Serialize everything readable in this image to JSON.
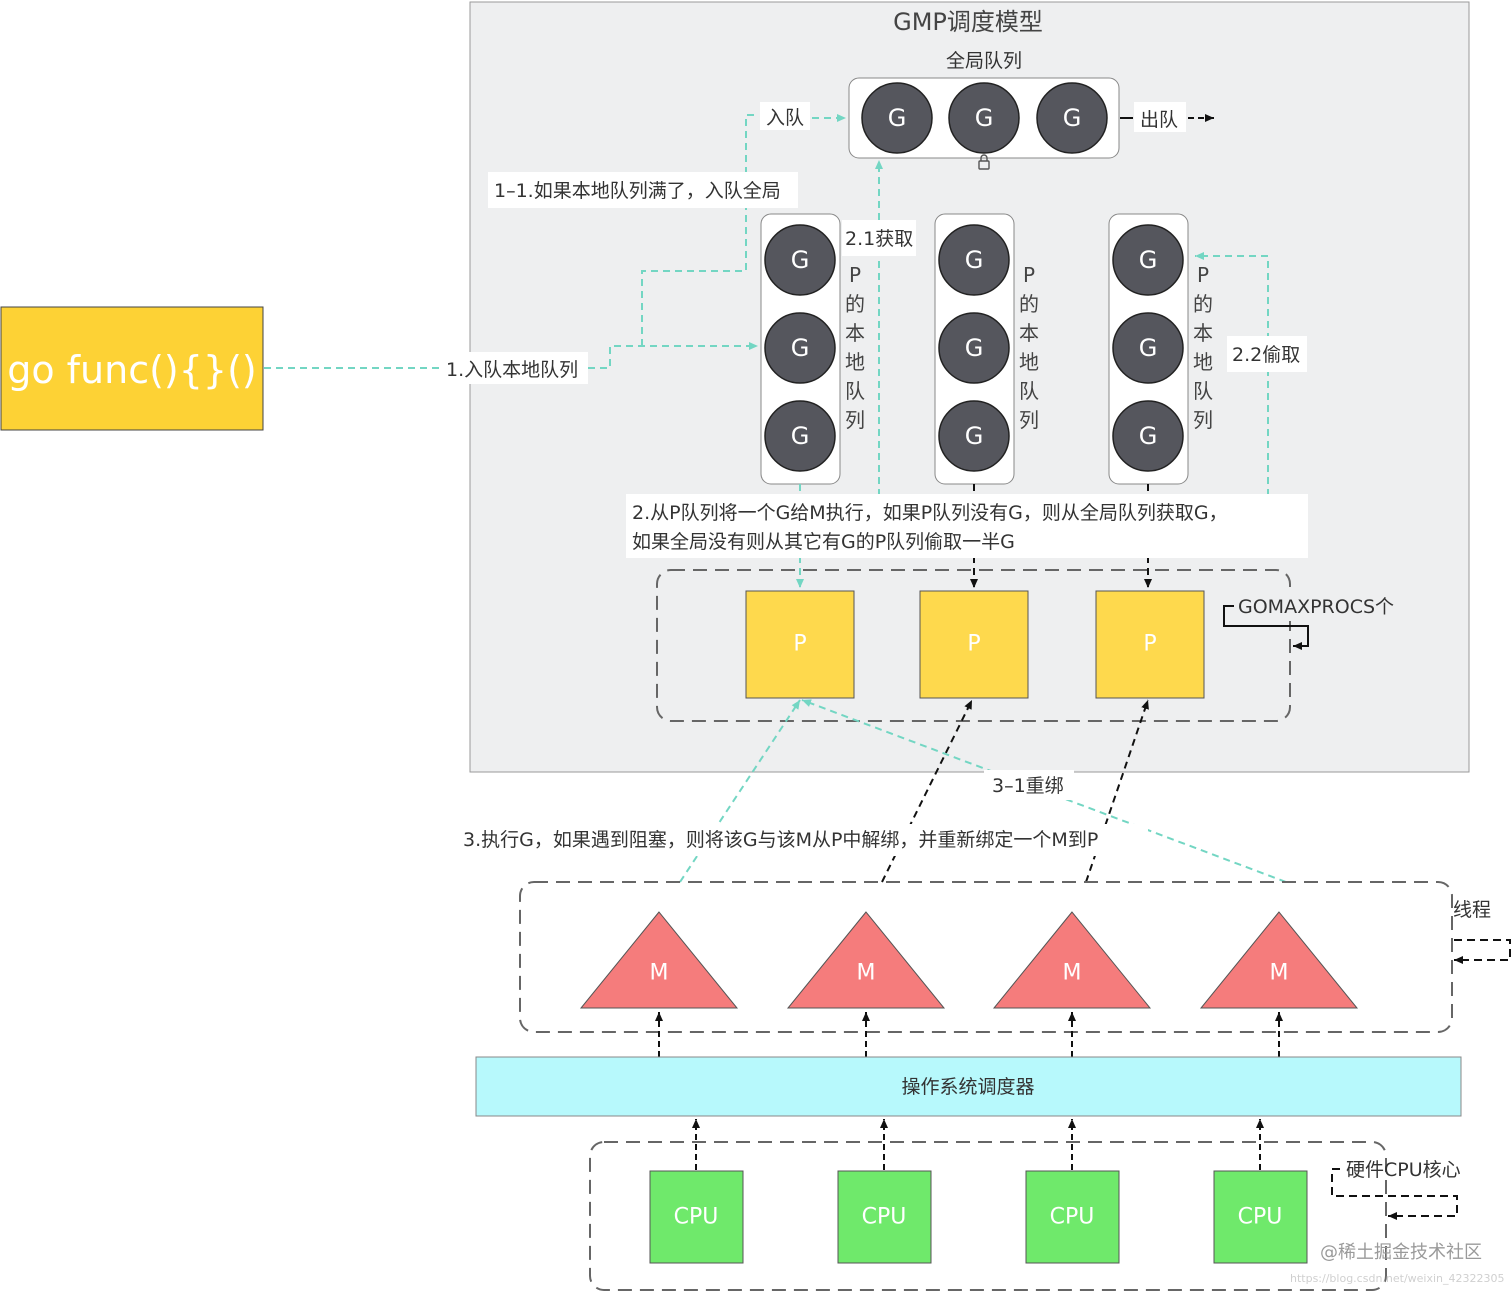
{
  "title": "GMP调度模型",
  "global_queue": {
    "label": "全局队列",
    "g_items": [
      "G",
      "G",
      "G"
    ],
    "enqueue": "入队",
    "dequeue": "出队"
  },
  "edges": {
    "e11": "1–1.如果本地队列满了，入队全局",
    "e1": "1.入队本地队列",
    "e21": "2.1获取",
    "e22": "2.2偷取",
    "e2_line1": "2.从P队列将一个G给M执行，如果P队列没有G，则从全局队列获取G，",
    "e2_line2": "如果全局没有则从其它有G的P队列偷取一半G",
    "e31": "3–1重绑",
    "e3": "3.执行G，如果遇到阻塞，则将该G与该M从P中解绑，并重新绑定一个M到P"
  },
  "go_func": "go func(){}()",
  "local_queues": [
    {
      "g_items": [
        "G",
        "G",
        "G"
      ],
      "label": [
        "P",
        "的",
        "本",
        "地",
        "队",
        "列"
      ]
    },
    {
      "g_items": [
        "G",
        "G",
        "G"
      ],
      "label": [
        "P",
        "的",
        "本",
        "地",
        "队",
        "列"
      ]
    },
    {
      "g_items": [
        "G",
        "G",
        "G"
      ],
      "label": [
        "P",
        "的",
        "本",
        "地",
        "队",
        "列"
      ]
    }
  ],
  "processors": [
    "P",
    "P",
    "P"
  ],
  "gomaxprocs": "GOMAXPROCS个",
  "threads": {
    "label": "线程",
    "items": [
      "M",
      "M",
      "M",
      "M"
    ]
  },
  "os_scheduler": "操作系统调度器",
  "cpus": {
    "label": "硬件CPU核心",
    "items": [
      "CPU",
      "CPU",
      "CPU",
      "CPU"
    ]
  },
  "watermark": "@稀土掘金技术社区",
  "watermark_url": "https://blog.csdn.net/weixin_42322305",
  "colors": {
    "panel": "#eeeff0",
    "g_circle": "#55565d",
    "p_box": "#fed94d",
    "m_tri": "#f57c7c",
    "os_bar": "#b7f9fc",
    "cpu_box": "#6fe96b",
    "go_box": "#fdd235",
    "dash_teal": "#73d6c3"
  }
}
